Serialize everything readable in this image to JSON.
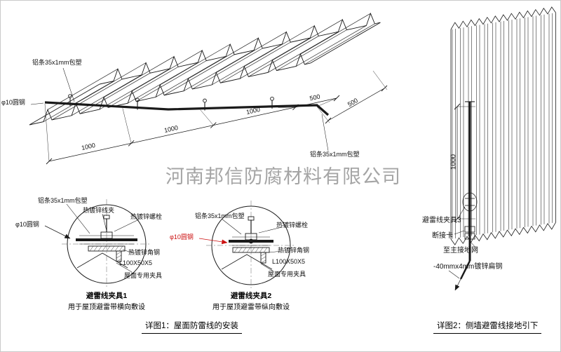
{
  "watermark": "河南邦信防腐材料有限公司",
  "colors": {
    "line": "#1a1a1a",
    "accent_red": "#cc1111",
    "watermark_gray": "#8f8f8f"
  },
  "roof": {
    "label_alu_top": "铝条35x1mm包塑",
    "label_round_steel": "φ10圆钢",
    "label_alu_right": "铝条35x1mm包塑",
    "dims": [
      "1000",
      "1000",
      "1000",
      "500"
    ],
    "dim_side": "500"
  },
  "detail1": {
    "label_alu": "铝条35x1mm包塑",
    "label_wire_clamp": "热镀锌线夹",
    "label_bolt": "热镀锌螺栓",
    "label_round_steel": "φ10圆钢",
    "label_angle_steel": "热镀锌角钢",
    "label_angle_spec": "L100X50X5",
    "label_fixture": "屋面专用夹具",
    "title": "避雷线夹具1",
    "subtitle": "用于屋顶避雷带横向敷设"
  },
  "detail2": {
    "label_alu": "铝条35x1mm包塑",
    "label_bolt": "热镀锌螺栓",
    "label_round_steel": "φ10圆钢",
    "label_angle_steel": "热镀锌角钢",
    "label_angle_spec": "L100X50X5",
    "label_fixture": "屋面专用夹具",
    "title": "避雷线夹具2",
    "subtitle": "用于屋顶避雷带纵向敷设"
  },
  "wall": {
    "dim": "1000",
    "label_clamp": "避雷线夹具3",
    "label_disconnect": "断接卡",
    "label_to_ground": "至主接地网",
    "label_flat_steel": "-40mmx4mm镀锌扁钢"
  },
  "captions": {
    "detail1": "详图1：屋面防雷线的安装",
    "detail2": "详图2：侧墙避雷线接地引下"
  }
}
